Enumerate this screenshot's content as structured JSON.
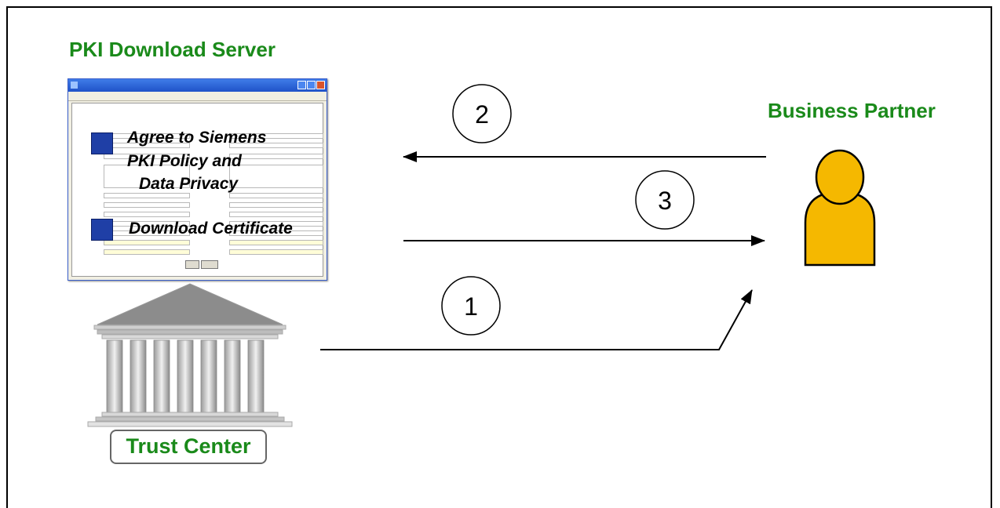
{
  "server_title": "PKI Download Server",
  "partner_title": "Business Partner",
  "trust_center_label": "Trust Center",
  "step_numbers": [
    "1",
    "2",
    "3"
  ],
  "overlay_text": {
    "agree_line1": "Agree to Siemens",
    "agree_line2": "PKI Policy and",
    "agree_line3": "Data Privacy",
    "download": "Download Certificate"
  },
  "colors": {
    "title_green": "#1a8a1a",
    "person_fill": "#f5b800",
    "square_blue": "#1f3fa6"
  },
  "icons": {
    "person": "person-icon",
    "building": "trust-center-building-icon",
    "window": "browser-window-thumbnail"
  }
}
